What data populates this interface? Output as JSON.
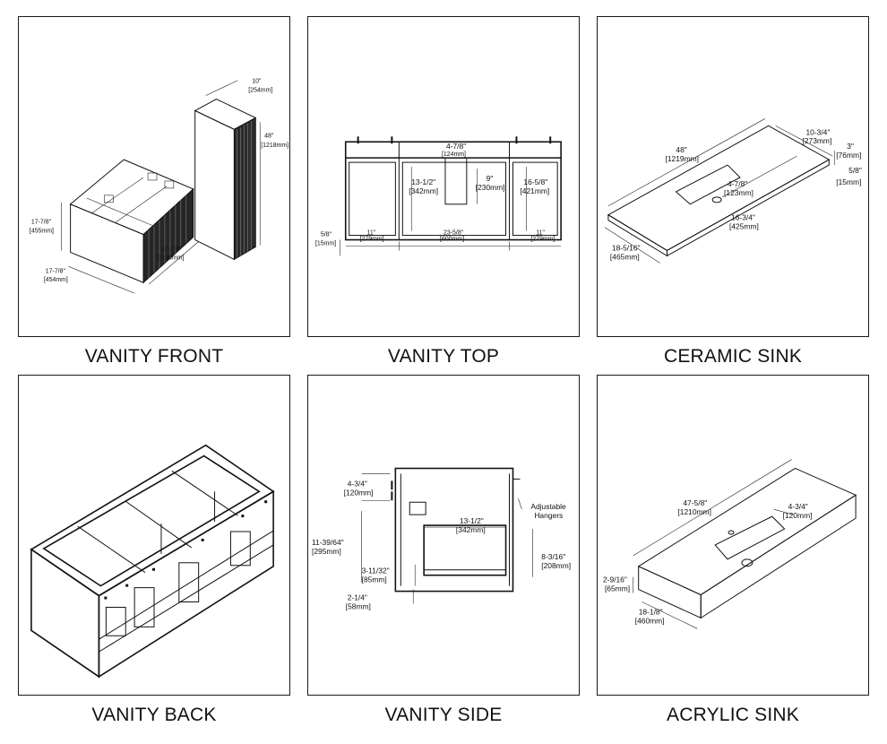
{
  "panels": {
    "front": {
      "caption": "VANITY FRONT",
      "dims": {
        "depth_in": "10\"",
        "depth_mm": "[254mm]",
        "height_in": "48\"",
        "height_mm": "[1218mm]",
        "side_in": "17-7/8\"",
        "side_mm": "[455mm]",
        "width_in": "47-1/8\"",
        "width_mm": "[1196mm]",
        "bottom_in": "17-7/8\"",
        "bottom_mm": "[454mm]"
      }
    },
    "top": {
      "caption": "VANITY TOP",
      "dims": {
        "a_in": "4-7/8\"",
        "a_mm": "[124mm]",
        "b_in": "13-1/2\"",
        "b_mm": "[342mm]",
        "c_in": "9\"",
        "c_mm": "[230mm]",
        "d_in": "16-5/8\"",
        "d_mm": "[421mm]",
        "e_in": "5/8\"",
        "e_mm": "[15mm]",
        "f_in": "11\"",
        "f_mm": "[279mm]",
        "g_in": "23-5/8\"",
        "g_mm": "[600mm]",
        "h_in": "11\"",
        "h_mm": "[279mm]"
      }
    },
    "ceramic": {
      "caption": "CERAMIC SINK",
      "dims": {
        "a_in": "48\"",
        "a_mm": "[1219mm]",
        "b_in": "10-3/4\"",
        "b_mm": "[273mm]",
        "c_in": "3\"",
        "c_mm": "[76mm]",
        "d_in": "5/8\"",
        "d_mm": "[15mm]",
        "e_in": "4-7/8\"",
        "e_mm": "[123mm]",
        "f_in": "16-3/4\"",
        "f_mm": "[425mm]",
        "g_in": "18-5/16\"",
        "g_mm": "[465mm]"
      }
    },
    "back": {
      "caption": "VANITY BACK"
    },
    "side": {
      "caption": "VANITY SIDE",
      "dims": {
        "a_in": "4-3/4\"",
        "a_mm": "[120mm]",
        "hangers_1": "Adjustable",
        "hangers_2": "Hangers",
        "b_in": "13-1/2\"",
        "b_mm": "[342mm]",
        "c_in": "11-39/64\"",
        "c_mm": "[295mm]",
        "d_in": "8-3/16\"",
        "d_mm": "[208mm]",
        "e_in": "3-11/32\"",
        "e_mm": "[85mm]",
        "f_in": "2-1/4\"",
        "f_mm": "[58mm]"
      }
    },
    "acrylic": {
      "caption": "ACRYLIC SINK",
      "dims": {
        "a_in": "47-5/8\"",
        "a_mm": "[1210mm]",
        "b_in": "4-3/4\"",
        "b_mm": "[120mm]",
        "c_in": "2-9/16\"",
        "c_mm": "[65mm]",
        "d_in": "18-1/8\"",
        "d_mm": "[460mm]"
      }
    }
  }
}
